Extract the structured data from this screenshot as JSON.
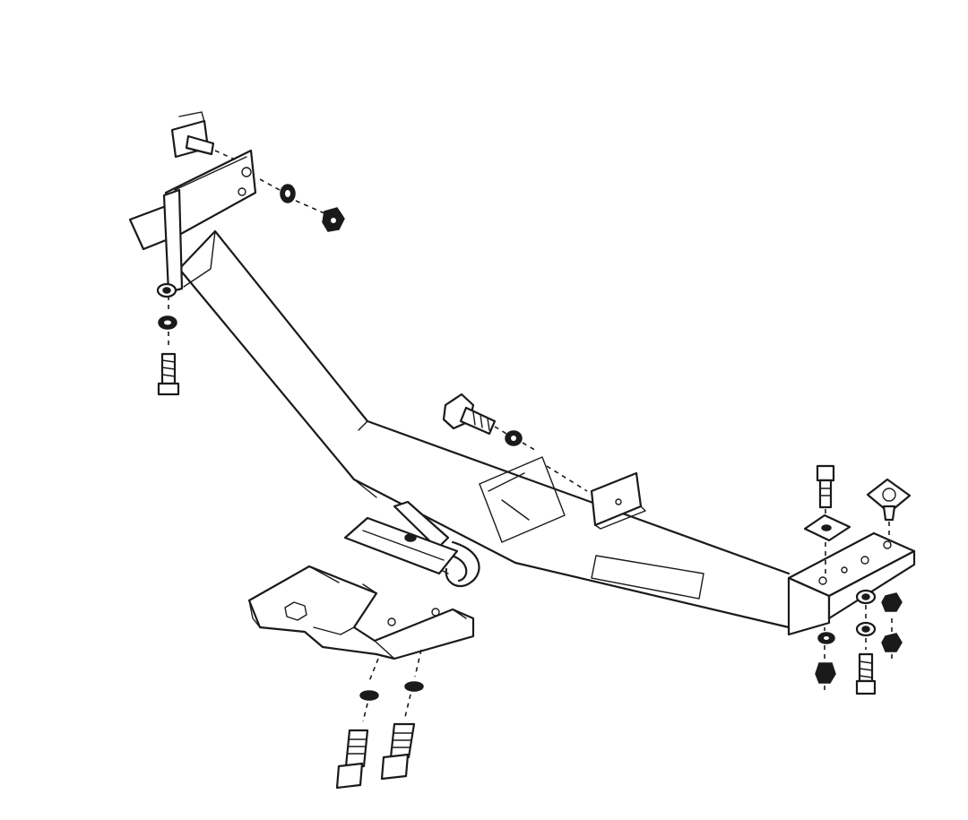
{
  "figure": {
    "line_color": "#1a1a1a",
    "background": "#ffffff",
    "parts": [
      "main-crossbar",
      "left-mounting-bracket",
      "right-mounting-bracket",
      "center-bracket",
      "tow-ball-mount-plate",
      "safety-chain-loop",
      "bolt",
      "nut",
      "washer",
      "square-carriage-plate"
    ]
  }
}
